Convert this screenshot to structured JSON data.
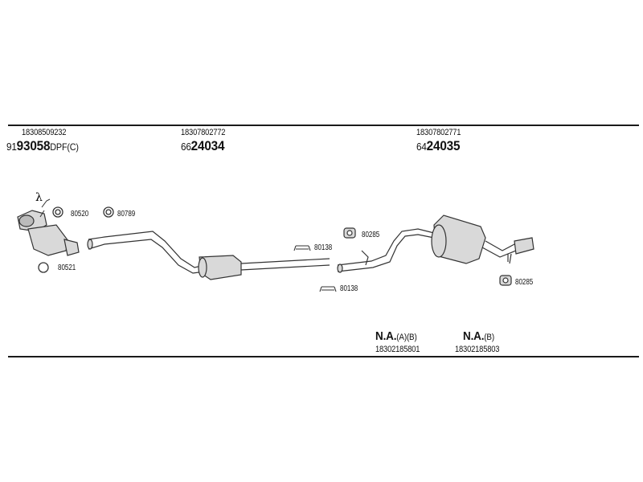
{
  "groups": [
    {
      "oe": "18308509232",
      "prefix": "91",
      "number": "93058",
      "suffix": "DPF(C)"
    },
    {
      "oe": "18307802772",
      "prefix": "66",
      "number": "24034",
      "suffix": ""
    },
    {
      "oe": "18307802771",
      "prefix": "64",
      "number": "24035",
      "suffix": ""
    }
  ],
  "fittings": {
    "clamp_a": "80520",
    "clamp_b": "80789",
    "gasket": "80521",
    "bracket_1": "80138",
    "bracket_2": "80138",
    "mount_1": "80285",
    "mount_2": "80285"
  },
  "sensor_symbol": "λ",
  "not_available": [
    {
      "label": "N.A.",
      "models": "(A)(B)",
      "oe": "18302185801"
    },
    {
      "label": "N.A.",
      "models": "(B)",
      "oe": "18302185803"
    }
  ],
  "colors": {
    "line": "#1a1a1a",
    "part_fill": "#d9d9d9",
    "part_stroke": "#333333"
  }
}
